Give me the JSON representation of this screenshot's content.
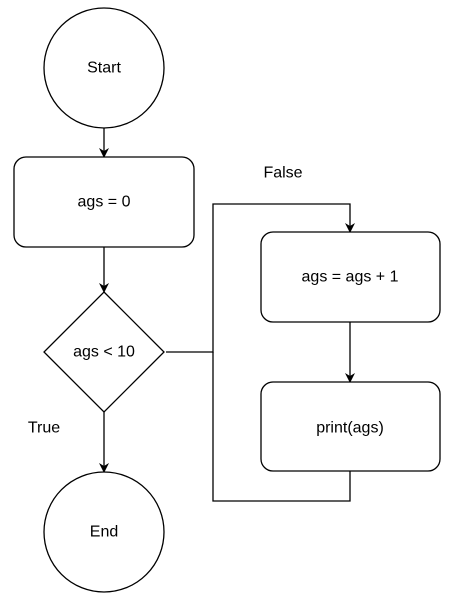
{
  "nodes": {
    "start": "Start",
    "init": "ags = 0",
    "condition": "ags < 10",
    "increment": "ags = ags + 1",
    "print": "print(ags)",
    "end": "End"
  },
  "edges": {
    "false_label": "False",
    "true_label": "True"
  },
  "colors": {
    "stroke": "#000000",
    "fill": "#ffffff",
    "text": "#000000"
  }
}
